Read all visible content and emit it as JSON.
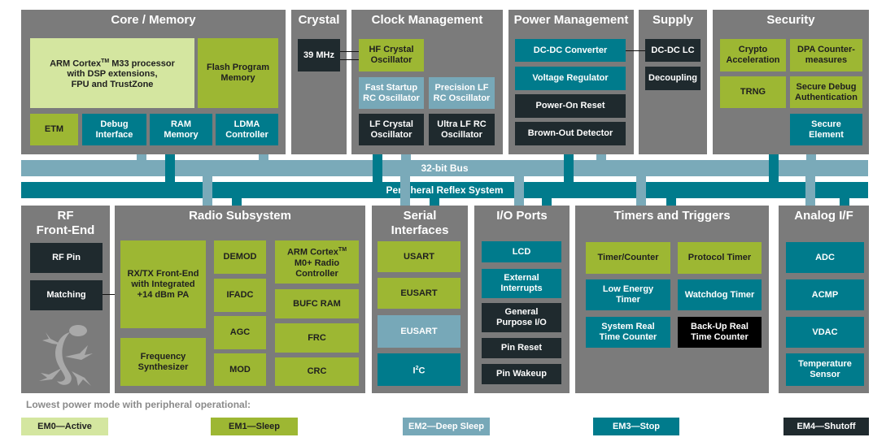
{
  "core": {
    "title": "Core / Memory",
    "cpu_line1": "ARM Cortex",
    "cpu_tm": "TM",
    "cpu_line1b": " M33 processor",
    "cpu_line2": "with DSP extensions,",
    "cpu_line3": "FPU and TrustZone",
    "flash": "Flash Program\nMemory",
    "etm": "ETM",
    "debug": "Debug\nInterface",
    "ram": "RAM\nMemory",
    "ldma": "LDMA\nController"
  },
  "crystal": {
    "title": "Crystal",
    "mhz": "39 MHz"
  },
  "clock": {
    "title": "Clock Management",
    "hf": "HF Crystal\nOscillator",
    "fast": "Fast Startup\nRC Oscillator",
    "precision": "Precision LF\nRC Oscillator",
    "lf": "LF Crystal\nOscillator",
    "ultra": "Ultra LF RC\nOscillator"
  },
  "power": {
    "title": "Power Management",
    "dcdc": "DC-DC Converter",
    "vreg": "Voltage Regulator",
    "por": "Power-On Reset",
    "bod": "Brown-Out Detector"
  },
  "supply": {
    "title": "Supply",
    "lc": "DC-DC LC",
    "decoupling": "Decoupling"
  },
  "security": {
    "title": "Security",
    "crypto": "Crypto\nAcceleration",
    "dpa": "DPA Counter-\nmeasures",
    "trng": "TRNG",
    "secure_debug": "Secure Debug\nAuthentication",
    "secure_element": "Secure\nElement"
  },
  "bus": {
    "bus32": "32-bit Bus",
    "prs": "Peripheral Reflex System"
  },
  "rf": {
    "title": "RF\nFront-End",
    "pin": "RF Pin",
    "matching": "Matching"
  },
  "radio": {
    "title": "Radio Subsystem",
    "txrx": "RX/TX Front-End\nwith Integrated\n+14 dBm PA",
    "synth": "Frequency\nSynthesizer",
    "demod": "DEMOD",
    "ifadc": "IFADC",
    "agc": "AGC",
    "mod": "MOD",
    "arm_line1": "ARM Cortex",
    "arm_tm": "TM",
    "arm_line2": "M0+ Radio\nController",
    "bufc": "BUFC RAM",
    "frc": "FRC",
    "crc": "CRC"
  },
  "serial": {
    "title": "Serial\nInterfaces",
    "usart": "USART",
    "eusart1": "EUSART",
    "eusart2": "EUSART",
    "i2c_a": "I",
    "i2c_sup": "2",
    "i2c_b": "C"
  },
  "io": {
    "title": "I/O Ports",
    "lcd": "LCD",
    "ext": "External\nInterrupts",
    "gpio": "General\nPurpose I/O",
    "reset": "Pin Reset",
    "wakeup": "Pin Wakeup"
  },
  "timers": {
    "title": "Timers and Triggers",
    "tc": "Timer/Counter",
    "protocol": "Protocol Timer",
    "letimer": "Low Energy\nTimer",
    "watchdog": "Watchdog Timer",
    "sysrtc": "System Real\nTime Counter",
    "burtc": "Back-Up Real\nTime Counter"
  },
  "analog": {
    "title": "Analog I/F",
    "adc": "ADC",
    "acmp": "ACMP",
    "vdac": "VDAC",
    "temp": "Temperature\nSensor"
  },
  "legend": {
    "title": "Lowest power mode with peripheral operational:",
    "em0": "EM0—Active",
    "em1": "EM1—Sleep",
    "em2": "EM2—Deep Sleep",
    "em3": "EM3—Stop",
    "em4": "EM4—Shutoff"
  },
  "colors": {
    "panel": "#7b7b7b",
    "em0": "#d4e6a0",
    "em1": "#9db733",
    "em2": "#77a8b8",
    "em3": "#007b8c",
    "em4": "#1f2a2e"
  }
}
